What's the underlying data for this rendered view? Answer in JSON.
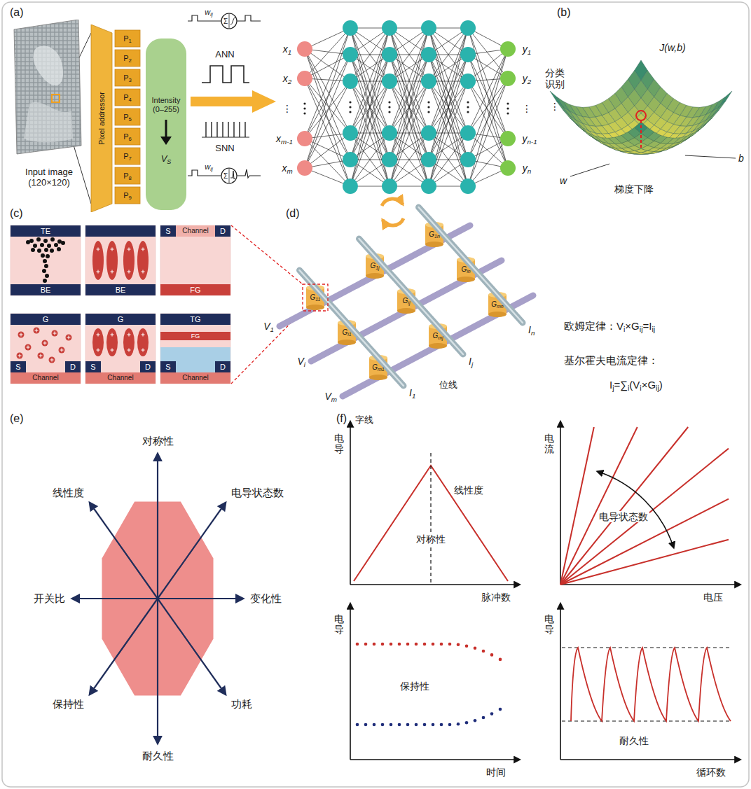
{
  "diagram": {
    "nodes": [
      {
        "text": [
          "Input image (120×120)"
        ]
      },
      {
        "text": [
          "Pixel addressor",
          "P1",
          "P2",
          "P3",
          "P4",
          "P5",
          "P6",
          "P7",
          "P8",
          "P9"
        ]
      },
      {
        "text": [
          "Intensity (0–255)",
          "VS"
        ]
      }
    ],
    "edges": [
      {
        "from": 0,
        "to": 1,
        "arrow": "none"
      }
    ],
    "labels": [
      "(a)",
      "wij",
      "Σ",
      "ANN",
      "SNN",
      "wij",
      "Σ",
      "x1",
      "x2",
      "⋮",
      "xm-1",
      "xm",
      "y1",
      "y2",
      "⋮",
      "yn-1",
      "yn",
      "分类 识别",
      "⋮",
      "(b)",
      "J(w,b)",
      "w",
      "b",
      "梯度下降",
      "(c)",
      "TE",
      "BE",
      "BE",
      "S",
      "Channel",
      "D",
      "FG",
      "G",
      "S",
      "D",
      "Channel",
      "G",
      "S",
      "D",
      "Channel",
      "TG",
      "FG",
      "S",
      "D",
      "Channel",
      "(d)",
      "G11",
      "G1j",
      "G1n",
      "Gi1",
      "Gij",
      "Gin",
      "Gm1",
      "Gmj",
      "Gmn",
      "V1",
      "Vi",
      "Vm",
      "字线",
      "位线",
      "I1",
      "Ij",
      "In",
      "欧姆定律：Vi×Gij=Iij",
      "基尔霍夫电流定律：",
      "Ij=∑i(Vi×Gij)",
      "(e)",
      "对称性",
      "电导状态数",
      "变化性",
      "功耗",
      "耐久性",
      "保持性",
      "开关比",
      "线性度",
      "(f)",
      "电导",
      "线性度",
      "对称性",
      "脉冲数",
      "电流",
      "电导状态数",
      "电压",
      "电导",
      "保持性",
      "时间",
      "电导",
      "耐久性",
      "循环数"
    ]
  }
}
